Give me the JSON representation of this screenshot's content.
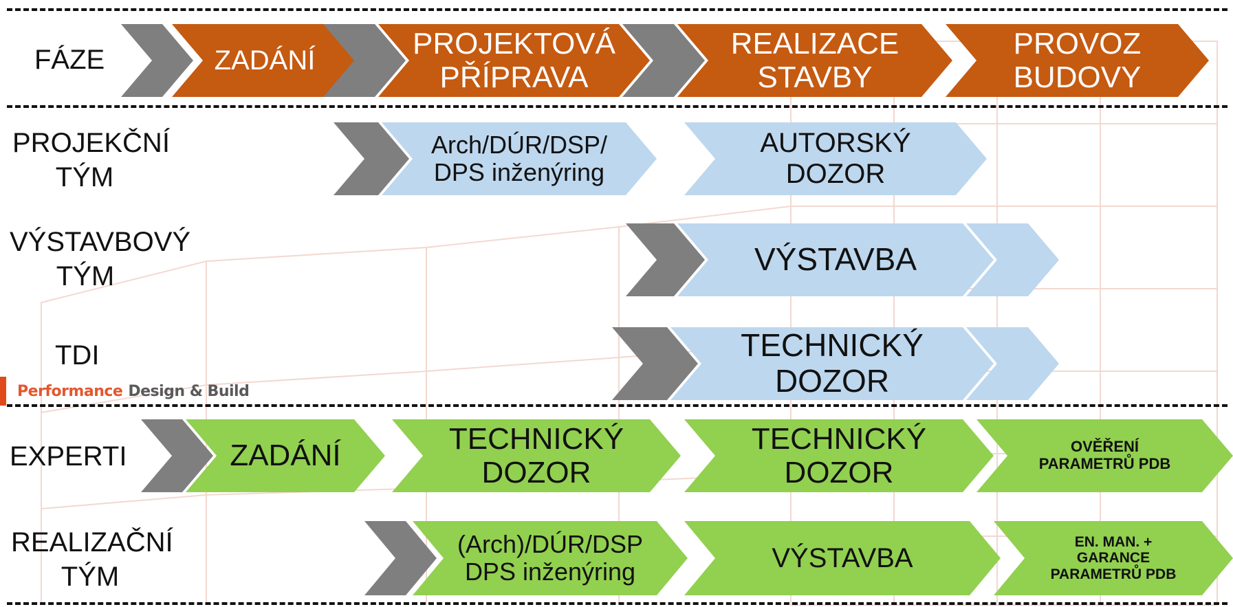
{
  "rows": {
    "faze": "FÁZE",
    "projekcni_1": "PROJEKČNÍ",
    "projekcni_2": "TÝM",
    "vystavbovy_1": "VÝSTAVBOVÝ",
    "vystavbovy_2": "TÝM",
    "tdi": "TDI",
    "experti": "EXPERTI",
    "realizacni_1": "REALIZAČNÍ",
    "realizacni_2": "TÝM"
  },
  "phases": {
    "zadani": "ZADÁNÍ",
    "projektova_1": "PROJEKTOVÁ",
    "projektova_2": "PŘÍPRAVA",
    "realizace_1": "REALIZACE",
    "realizace_2": "STAVBY",
    "provoz_1": "PROVOZ",
    "provoz_2": "BUDOVY"
  },
  "projekcni": {
    "arch_1": "Arch/DÚR/DSP/",
    "arch_2": "DPS inženýring",
    "autorsky_1": "AUTORSKÝ",
    "autorsky_2": "DOZOR"
  },
  "vystavbovy": {
    "vystavba": "VÝSTAVBA"
  },
  "tdi": {
    "technicky_1": "TECHNICKÝ",
    "technicky_2": "DOZOR"
  },
  "experti": {
    "zadani": "ZADÁNÍ",
    "td1_1": "TECHNICKÝ",
    "td1_2": "DOZOR",
    "td2_1": "TECHNICKÝ",
    "td2_2": "DOZOR",
    "overeni_1": "OVĚŘENÍ",
    "overeni_2": "PARAMETRŮ PDB"
  },
  "realizacni": {
    "arch_1": "(Arch)/DÚR/DSP",
    "arch_2": "DPS inženýring",
    "vystavba": "VÝSTAVBA",
    "enman_1": "EN. MAN. +",
    "enman_2": "GARANCE",
    "enman_3": "PARAMETRŮ PDB"
  },
  "logo": {
    "performance": "Performance",
    "design_build": "Design & Build"
  },
  "colors": {
    "orange": "#c55a11",
    "blue": "#bdd7ee",
    "green": "#92d050",
    "gray": "#7f7f7f",
    "logo_accent": "#e4572e"
  }
}
